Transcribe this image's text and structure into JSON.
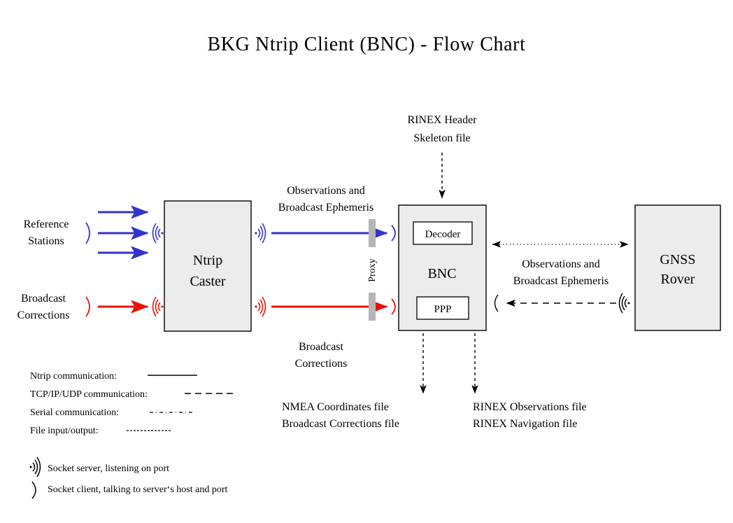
{
  "title": "BKG Ntrip Client (BNC)  -  Flow Chart",
  "nodes": {
    "ntrip_caster": {
      "line1": "Ntrip",
      "line2": "Caster"
    },
    "bnc": {
      "label": "BNC",
      "decoder": "Decoder",
      "ppp": "PPP"
    },
    "gnss_rover": {
      "line1": "GNSS",
      "line2": "Rover"
    },
    "reference_stations": {
      "line1": "Reference",
      "line2": "Stations"
    },
    "broadcast_corrections_src": {
      "line1": "Broadcast",
      "line2": "Corrections"
    }
  },
  "labels": {
    "rinex_header": {
      "line1": "RINEX Header",
      "line2": "Skeleton file"
    },
    "obs_eph_left": {
      "line1": "Observations and",
      "line2": "Broadcast Ephemeris"
    },
    "obs_eph_right": {
      "line1": "Observations and",
      "line2": "Broadcast Ephemeris"
    },
    "broadcast_corrections_mid": {
      "line1": "Broadcast",
      "line2": "Corrections"
    },
    "proxy": "Proxy",
    "nmea_out": {
      "line1": "NMEA Coordinates file",
      "line2": "Broadcast Corrections file"
    },
    "rinex_out": {
      "line1": "RINEX Observations file",
      "line2": "RINEX Navigation file"
    }
  },
  "legend": {
    "lines": [
      {
        "label": "Ntrip communication:",
        "style": "solid"
      },
      {
        "label": "TCP/IP/UDP communication:",
        "style": "dashed"
      },
      {
        "label": "Serial communication:",
        "style": "dashdot"
      },
      {
        "label": "File input/output:",
        "style": "dotted"
      }
    ],
    "sockets": [
      {
        "icon": "socket-server-icon",
        "label": "Socket server, listening on port"
      },
      {
        "icon": "socket-client-icon",
        "label": "Socket client, talking to server‘s host and port"
      }
    ]
  },
  "colors": {
    "blue": "#3333cc",
    "red": "#e8120c",
    "box_fill": "#ececec",
    "proxy_bar": "#b5b5b5",
    "stroke": "#000000",
    "background": "#ffffff"
  }
}
